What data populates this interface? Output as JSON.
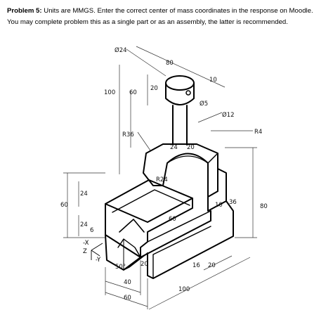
{
  "problem": {
    "label": "Problem 5:",
    "line1": "Units are MMGS. Enter the correct center of mass coordinates in the response on Moodle.",
    "line2": "You may complete problem this as a single part or as an assembly, the latter is recommended."
  },
  "dimensions": {
    "d_phi24": "Ø24",
    "d_80_top": "80",
    "d_100": "100",
    "d_60_shaft": "60",
    "d_20_top": "20",
    "d_10_top": "10",
    "d_phi5": "Ø5",
    "d_phi12": "Ø12",
    "d_R36": "R36",
    "d_R4": "R4",
    "d_24_arch": "24",
    "d_20_arch": "20",
    "d_R24": "R24",
    "d_60_left": "60",
    "d_24_a": "24",
    "d_24_b": "24",
    "d_6": "6",
    "d_10_right": "10",
    "d_36": "36",
    "d_80_right": "80",
    "d_60_mid": "60",
    "d_50deg": "50°",
    "d_20_bottom": "20",
    "d_16": "16",
    "d_20_right": "20",
    "d_40": "40",
    "d_60_bottom": "60",
    "d_100_bottom": "100"
  },
  "axes": {
    "x": "-X",
    "z": "Z",
    "y": "-Y"
  }
}
